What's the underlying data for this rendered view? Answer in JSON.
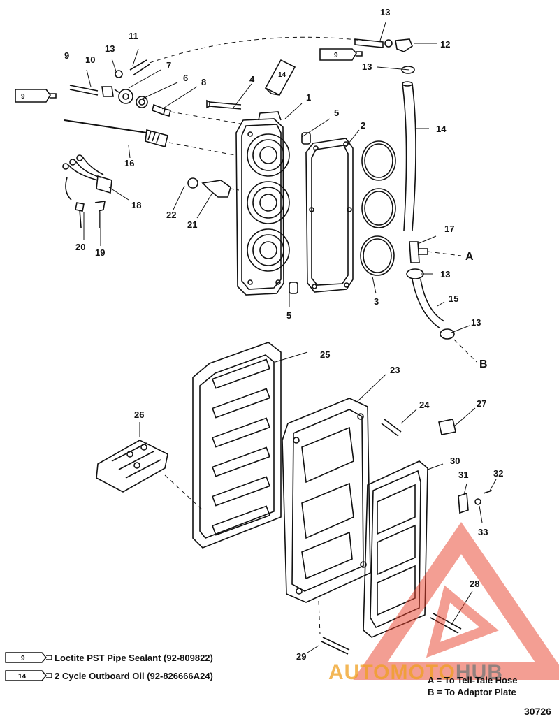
{
  "part_labels": {
    "p1": "1",
    "p2": "2",
    "p3": "3",
    "p4": "4",
    "p5a": "5",
    "p5b": "5",
    "p6": "6",
    "p7": "7",
    "p8": "8",
    "p9": "9",
    "p10": "10",
    "p11": "11",
    "p12": "12",
    "p13a": "13",
    "p13b": "13",
    "p13c": "13",
    "p13d": "13",
    "p13e": "13",
    "p14": "14",
    "p15": "15",
    "p16": "16",
    "p17": "17",
    "p18": "18",
    "p19": "19",
    "p20": "20",
    "p21": "21",
    "p22": "22",
    "p23": "23",
    "p24": "24",
    "p25": "25",
    "p26": "26",
    "p27": "27",
    "p28": "28",
    "p29": "29",
    "p30": "30",
    "p31": "31",
    "p32": "32",
    "p33": "33"
  },
  "tube_labels": {
    "t9a": "9",
    "t9b": "9",
    "t14": "14"
  },
  "connection_labels": {
    "a": "A",
    "b": "B"
  },
  "legend": [
    {
      "tube": "9",
      "text": "Loctite PST Pipe Sealant (92-809822)"
    },
    {
      "tube": "14",
      "text": "2 Cycle Outboard Oil (92-826666A24)"
    }
  ],
  "notes": {
    "a": "A = To Tell-Tale Hose",
    "b": "B = To Adaptor Plate"
  },
  "reference_number": "30726",
  "watermark": {
    "part1": "AUTOMOTO",
    "part2": "HUB"
  },
  "colors": {
    "watermark_red": "#e8412c",
    "watermark_orange": "#f0a020",
    "watermark_gray": "#7a7a7a"
  }
}
